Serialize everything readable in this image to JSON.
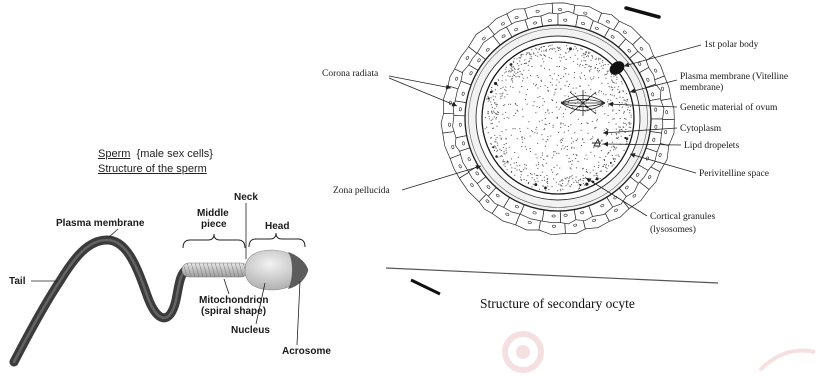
{
  "sperm": {
    "heading": {
      "title": "Sperm",
      "note": "{male sex cells}"
    },
    "subheading": "Structure of the sperm",
    "labels": {
      "plasma_membrane": "Plasma membrane",
      "tail": "Tail",
      "middle_piece": [
        "Middle",
        "piece"
      ],
      "neck": "Neck",
      "head": "Head",
      "mitochondrion": [
        "Mitochondrion",
        "(spiral shape)"
      ],
      "nucleus": "Nucleus",
      "acrosome": "Acrosome"
    }
  },
  "oocyte": {
    "caption": "Structure of secondary ocyte",
    "labels": {
      "corona_radiata": "Corona radiata",
      "zona_pellucida": "Zona pellucida",
      "polar_body": "1st polar body",
      "plasma_membrane": [
        "Plasma membrane (Vitelline",
        "membrane)"
      ],
      "genetic_material": "Genetic material of ovum",
      "cytoplasm": "Cytoplasm",
      "lipid_droplets": "Lipd dropelets",
      "perivitelline_space": "Perivitelline space",
      "cortical_granules": [
        "Cortical granules",
        "(lysosomes)"
      ]
    }
  },
  "colors": {
    "ink": "#1a1a1a",
    "sperm_tail": "#3b3b3b",
    "sperm_acrosome": "#5c5c5c",
    "polar_body": "#111111",
    "zona_pellucida": "#f2f2f2"
  }
}
